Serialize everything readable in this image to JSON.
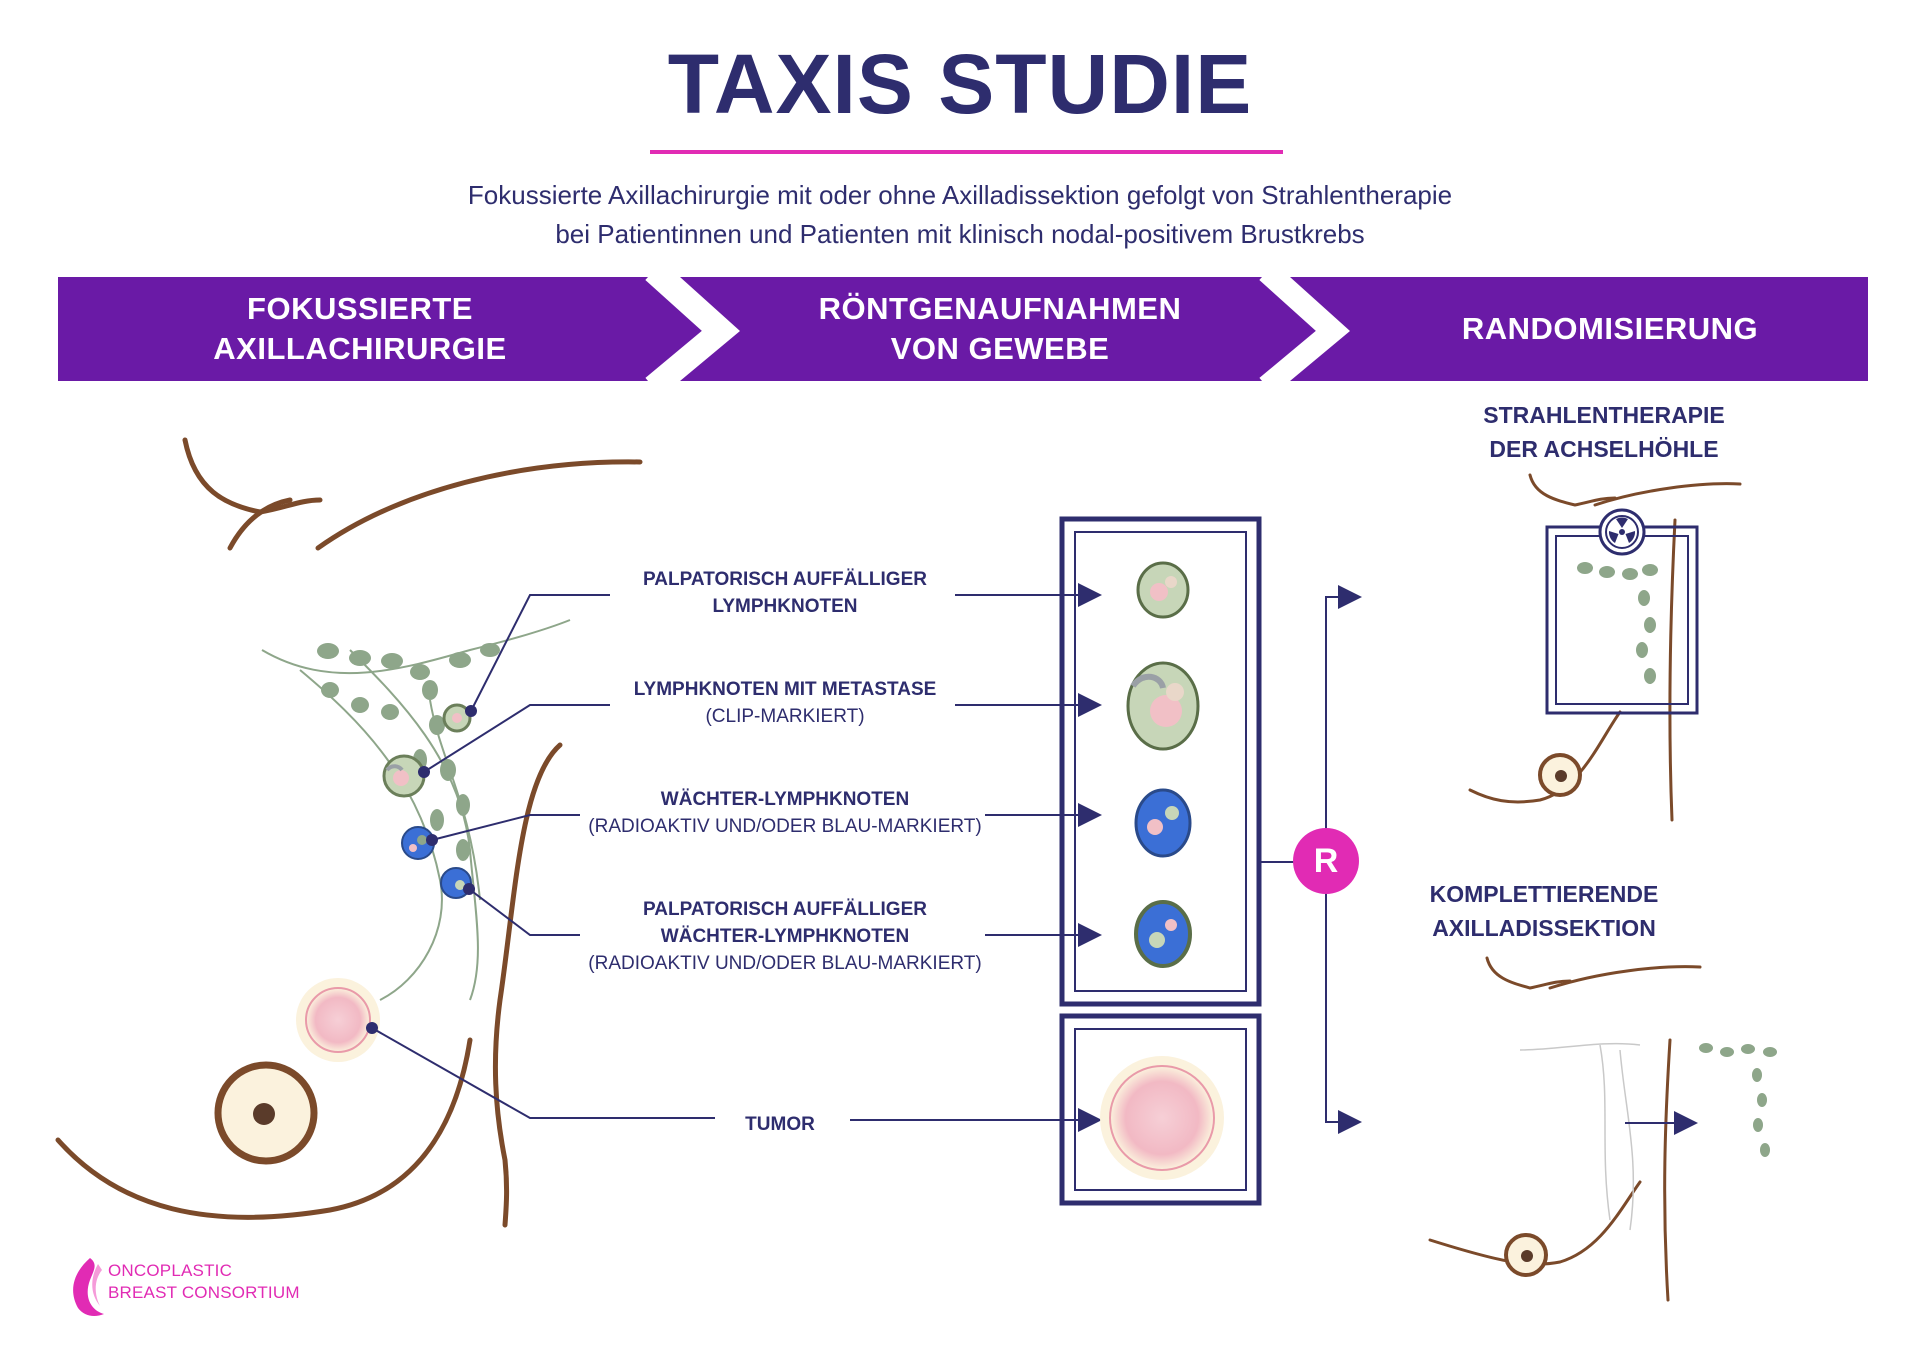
{
  "title": "TAXIS STUDIE",
  "subtitle": {
    "line1": "Fokussierte Axillachirurgie mit oder ohne Axilladissektion gefolgt von Strahlentherapie",
    "line2": "bei Patientinnen und Patienten mit klinisch nodal-positivem Brustkrebs"
  },
  "stages": [
    {
      "line1": "FOKUSSIERTE",
      "line2": "AXILLACHIRURGIE"
    },
    {
      "line1": "RÖNTGENAUFNAHMEN",
      "line2": "VON GEWEBE"
    },
    {
      "line1": "RANDOMISIERUNG",
      "line2": ""
    }
  ],
  "nodes": [
    {
      "title_line1": "PALPATORISCH AUFFÄLLIGER",
      "title_line2": "LYMPHKNOTEN",
      "note": ""
    },
    {
      "title_line1": "LYMPHKNOTEN MIT METASTASE",
      "title_line2": "",
      "note": "(CLIP-MARKIERT)"
    },
    {
      "title_line1": "WÄCHTER-LYMPHKNOTEN",
      "title_line2": "",
      "note": "(RADIOAKTIV UND/ODER BLAU-MARKIERT)"
    },
    {
      "title_line1": "PALPATORISCH AUFFÄLLIGER",
      "title_line2": "WÄCHTER-LYMPHKNOTEN",
      "note": "(RADIOAKTIV UND/ODER BLAU-MARKIERT)"
    },
    {
      "title_line1": "TUMOR",
      "title_line2": "",
      "note": ""
    }
  ],
  "randomization_badge": "R",
  "outcomes": [
    {
      "line1": "STRAHLENTHERAPIE",
      "line2": "DER ACHSELHÖHLE"
    },
    {
      "line1": "KOMPLETTIERENDE",
      "line2": "AXILLADISSEKTION"
    }
  ],
  "logo": {
    "line1": "ONCOPLASTIC",
    "line2": "BREAST CONSORTIUM"
  },
  "colors": {
    "navy": "#2e2d6e",
    "purple": "#6a1aa6",
    "magenta": "#e12bb4",
    "skin_outline": "#7b4a2a",
    "lymph_green": "#8ea68a",
    "sentinel_blue": "#3b6fd6",
    "tumor_pink": "#f2b9c4"
  }
}
